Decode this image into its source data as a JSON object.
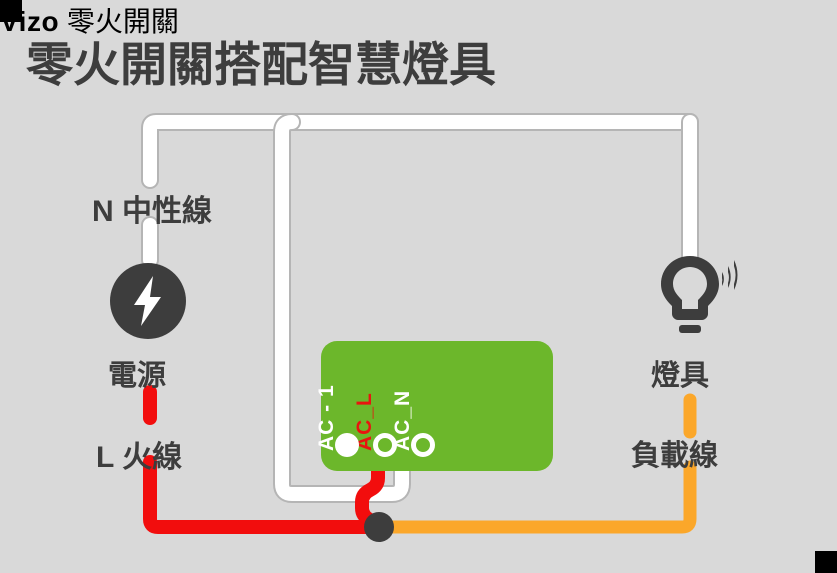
{
  "page": {
    "title": "零火開關搭配智慧燈具",
    "background_color": "#d9d9d9",
    "text_color": "#3d3d3d"
  },
  "colors": {
    "neutral_wire": "#ffffff",
    "neutral_wire_outline": "#b5b5b5",
    "live_wire": "#f20d0d",
    "load_wire": "#fba72a",
    "module_green": "#6cb72b",
    "junction_dot": "#3d3d3d",
    "terminal_label_live": "#e8150f"
  },
  "left_branch": {
    "neutral_label": "N 中性線",
    "source_icon": "lightning-bolt-icon",
    "source_label": "電源",
    "live_label": "L 火線"
  },
  "module": {
    "heading_brand": "Vizo",
    "heading_name": "零火開關",
    "terminals": [
      {
        "name": "AC - 1",
        "color": "#ffffff",
        "style": "filled",
        "connected": false
      },
      {
        "name": "AC_L",
        "color": "#e8150f",
        "style": "ring",
        "connected": true
      },
      {
        "name": "AC_N",
        "color": "#ffffff",
        "style": "ring",
        "connected": true
      }
    ]
  },
  "right_branch": {
    "lamp_icon": "smart-bulb-wifi-icon",
    "lamp_label": "燈具",
    "load_label": "負載線"
  }
}
